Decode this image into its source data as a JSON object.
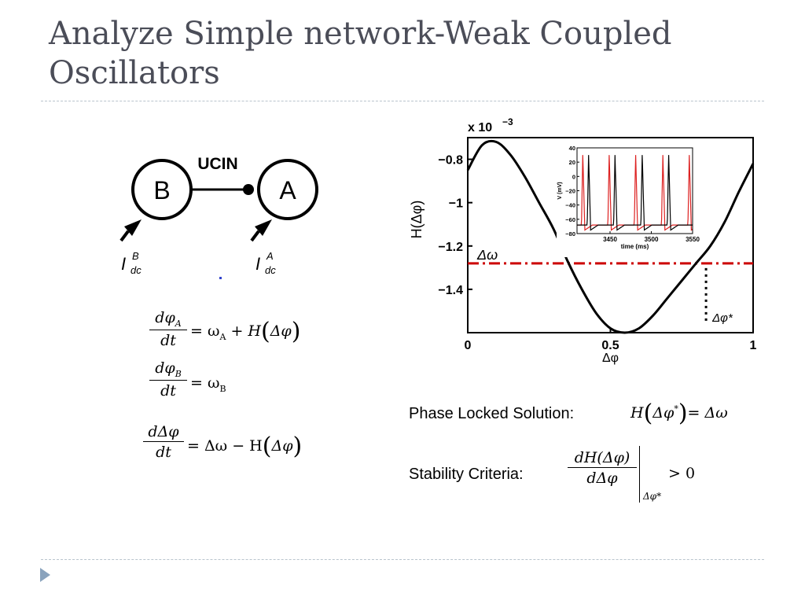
{
  "slide": {
    "title": "Analyze Simple network-Weak Coupled Oscillators"
  },
  "network": {
    "node_b": "B",
    "node_a": "A",
    "link_label": "UCIN",
    "current_b": {
      "base": "I",
      "sub": "dc",
      "sup": "B"
    },
    "current_a": {
      "base": "I",
      "sub": "dc",
      "sup": "A"
    }
  },
  "equations": {
    "eq1": {
      "num": "dφ",
      "num_sub": "A",
      "den": "dt",
      "rhs_start": "= ω",
      "rhs_sub": "A",
      "rhs_mid": " + H",
      "rhs_arg": "Δφ"
    },
    "eq2": {
      "num": "dφ",
      "num_sub": "B",
      "den": "dt",
      "rhs_start": "= ω",
      "rhs_sub": "B"
    },
    "eq3": {
      "num": "dΔφ",
      "den": "dt",
      "rhs_start": "= Δω − H",
      "rhs_arg": "Δφ"
    }
  },
  "solution": {
    "phase_locked_label": "Phase Locked Solution:",
    "phase_locked_H": "H",
    "phase_locked_arg": "Δφ",
    "phase_locked_sup": "*",
    "phase_locked_rhs": "= Δω",
    "stability_label": "Stability Criteria:",
    "stability_num": "dH(Δφ)",
    "stability_den": "dΔφ",
    "stability_eval": "Δφ*",
    "stability_rhs": "> 0"
  },
  "chart_data": [
    {
      "type": "line",
      "xlabel": "Δφ",
      "ylabel": "H(Δφ)",
      "y_scale_label": "x 10",
      "y_scale_exp": "−3",
      "xlim": [
        0,
        1
      ],
      "ylim": [
        -1.6,
        -0.7
      ],
      "x_ticks": [
        0,
        0.5,
        1
      ],
      "x_tick_labels": [
        "0",
        "0.5",
        "1"
      ],
      "y_ticks": [
        -0.8,
        -1.0,
        -1.2,
        -1.4
      ],
      "y_tick_labels": [
        "−0.8",
        "−1",
        "−1.2",
        "−1.4"
      ],
      "series": [
        {
          "color": "#000000",
          "x": [
            0,
            0.05,
            0.1,
            0.15,
            0.2,
            0.25,
            0.3,
            0.35,
            0.4,
            0.45,
            0.5,
            0.55,
            0.6,
            0.65,
            0.7,
            0.75,
            0.8,
            0.85,
            0.9,
            0.95,
            1.0
          ],
          "y": [
            -0.85,
            -0.735,
            -0.72,
            -0.78,
            -0.88,
            -1.0,
            -1.12,
            -1.27,
            -1.4,
            -1.51,
            -1.58,
            -1.6,
            -1.58,
            -1.52,
            -1.44,
            -1.36,
            -1.28,
            -1.2,
            -1.09,
            -0.95,
            -0.82
          ]
        }
      ],
      "hline": {
        "y": -1.28,
        "color": "#cc0000",
        "label": "Δω"
      },
      "vline": {
        "x": 0.835,
        "label": "Δφ*"
      }
    },
    {
      "type": "line",
      "xlabel": "time (ms)",
      "ylabel": "V (mV)",
      "xlim": [
        3410,
        3550
      ],
      "ylim": [
        -80,
        40
      ],
      "x_ticks": [
        3450,
        3500,
        3550
      ],
      "x_tick_labels": [
        "3450",
        "3500",
        "3550"
      ],
      "y_ticks": [
        40,
        20,
        0,
        -20,
        -40,
        -60,
        -80
      ],
      "y_tick_labels": [
        "40",
        "20",
        "0",
        "−20",
        "−40",
        "−60",
        "−80"
      ],
      "series": [
        {
          "color": "#000000",
          "spikes": [
            3424,
            3456,
            3489,
            3521
          ]
        },
        {
          "color": "#dd2222",
          "spikes": [
            3417,
            3449,
            3481,
            3514,
            3546
          ]
        }
      ]
    }
  ]
}
